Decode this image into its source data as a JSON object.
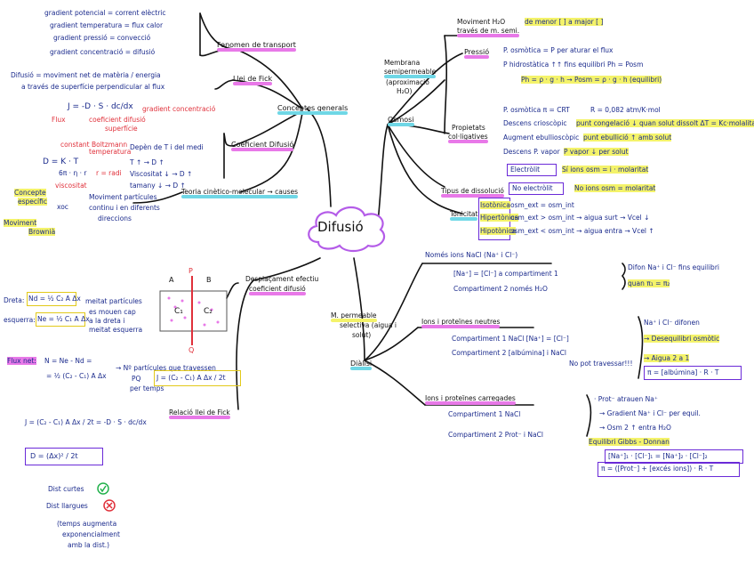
{
  "title": "Difusió",
  "topleft": {
    "eq1": "gradient potencial = corrent elèctric",
    "eq2": "gradient temperatura = flux calor",
    "eq3": "gradient pressió = convecció",
    "eq4": "gradient concentració = difusió",
    "node_fenomen": "Fenomen de transport",
    "def1": "Difusió = moviment net de matèria / energia",
    "def2": "a través de superfície perpendicular al flux",
    "node_fick": "Llei de Fick",
    "fick_eq": "J = -D · S · dc/dx",
    "fick_flux": "Flux",
    "fick_coef": "coeficient difusió",
    "fick_sup": "superfície",
    "fick_grad": "gradient concentració",
    "node_conceptes": "Conceptes generals",
    "d_eq": "D = K · T",
    "d_den": "6π · η · r",
    "d_boltz": "constant Boltzmann",
    "d_temp": "temperatura",
    "d_visc": "viscositat",
    "d_radi": "r = radi",
    "dep": "Depèn de T i del medi",
    "node_coef": "Coeficient Difusió",
    "t_up": "T ↑ → D ↑",
    "visc_down": "Viscositat ↓ → D ↑",
    "size_down": "tamany ↓ → D ↑",
    "node_teoria": "Teoria cinètico-molecular → causes",
    "mov1": "Moviment partícules",
    "mov2": "continu i en diferents",
    "mov3": "direccions",
    "concept": "Concepte",
    "specific": "específic",
    "xoc": "xoc",
    "brownia1": "Moviment",
    "brownia2": "Brownià"
  },
  "bottomleft": {
    "dreta_label": "Dreta:",
    "dreta_eq": "Nd = ½ C₂ A Δx",
    "esq_label": "esquerra:",
    "esq_eq": "Ne = ½ C₁ A Δx",
    "note1": "meitat partícules",
    "note2": "es mouen cap",
    "note3": "a la dreta i",
    "note4": "meitat esquerra",
    "diag_a": "A",
    "diag_p": "P",
    "diag_b": "B",
    "diag_c1": "C₁",
    "diag_c2": "C₂",
    "diag_q": "Q",
    "flux_label": "Flux net:",
    "flux_eq": "N = Ne - Nd =",
    "flux_eq2": "= ½ (C₂ - C₁) A Δx",
    "arrow_part": "→ Nº partícules que travessen",
    "pq": "PQ",
    "per_temps": "per temps",
    "j_eq": "J = (C₂ - C₁) A Δx / 2t",
    "node_desplac1": "Desplaçament efectiu",
    "node_desplac2": "coeficient difusió",
    "node_relacio": "Relació llei de Fick",
    "j2": "J = (C₂ - C₁) A Δx / 2t = -D · S · dc/dx",
    "d2": "D = (Δx)² / 2t",
    "dist_curtes": "Dist curtes",
    "dist_llargues": "Dist llargues",
    "temps1": "(temps augmenta",
    "temps2": "exponencialment",
    "temps3": "amb la dist.)"
  },
  "right": {
    "node_membrana1": "Membrana",
    "node_membrana2": "semipermeable",
    "node_membrana3": "(aproximació",
    "node_membrana4": "H₂O)",
    "node_osmosi": "Osmosi",
    "moviment1": "Moviment H₂O",
    "moviment2": "través de m. semi.",
    "moviment_arrow": "de menor [ ] a major [ ]",
    "node_pressio": "Pressió",
    "p_osm": "P. osmòtica = P per aturar el flux",
    "p_hidro": "P hidrostàtica ↑↑ fins equilibri Ph = Posm",
    "p_eq": "Ph = ρ · g · h → Posm = ρ · g · h (equilibri)",
    "node_propietats1": "Propietats",
    "node_propietats2": "col·ligatives",
    "prop1": "P. osmòtica  π = CRT",
    "prop1b": "R = 0,082 atm/K·mol",
    "prop2": "Descens crioscòpic",
    "prop2b": "punt congelació ↓ quan solut dissolt  ΔT = Kc·molalitat",
    "prop3": "Augment ebullioscòpic",
    "prop3b": "punt ebullició ↑ amb solut",
    "prop4": "Descens P. vapor",
    "prop4b": "P vapor ↓ per solut",
    "node_tipus": "Tipus de dissolució",
    "electrolit": "Electròlit",
    "electrolit_desc": "Sí ions  osm = i · molaritat",
    "no_electrolit": "No electròlit",
    "no_electrolit_desc": "No ions  osm = molaritat",
    "node_tonicitat": "Tonicitat",
    "isot": "Isotònica",
    "isot_desc": "osm_ext = osm_int",
    "hiper": "Hipertònica",
    "hiper_desc": "osm_ext > osm_int → aigua surt → Vcel ↓",
    "hipo": "Hipotònica",
    "hipo_desc": "osm_ext < osm_int → aigua entra → Vcel ↑",
    "node_dialisi": "Diàlisi",
    "node_memb_perm1": "M. permeable",
    "node_memb_perm2": "selectiva (aigua i",
    "node_memb_perm3": "solut)",
    "nomes": "Només ions NaCl (Na⁺ i Cl⁻)",
    "na_eq": "[Na⁺] = [Cl⁻] a compartiment 1",
    "comp2": "Compartiment 2 només H₂O",
    "difon": "Difon Na⁺ i Cl⁻ fins equilibri",
    "pi_eq": "quan  π₁ = π₂",
    "node_neutres": "Ions i proteïnes neutres",
    "comp1_neutres": "Compartiment 1  NaCl [Na⁺] = [Cl⁻]",
    "comp2_neutres": "Compartiment 2 [albúmina] i NaCl",
    "no_trav": "No pot travessar!!!",
    "na_dif": "Na⁺ i Cl⁻ difonen",
    "desequilibri": "→ Desequilibri osmòtic",
    "aigua": "→ Aigua 2 a 1",
    "pi_alb": "π = [albúmina] · R · T",
    "node_carregades": "Ions i proteïnes carregades",
    "comp1_carr": "Compartiment 1  NaCl",
    "comp2_carr": "Compartiment 2  Prot⁻ i NaCl",
    "prot": "· Prot⁻ atrauen Na⁺",
    "grad": "→ Gradient Na⁺ i Cl⁻ per equil.",
    "osm2": "→ Osm 2 ↑ entra H₂O",
    "gibbs": "Equilibri Gibbs - Donnan",
    "gibbs_eq": "[Na⁺]₁ · [Cl⁻]₁ = [Na⁺]₂ · [Cl⁻]₂",
    "pi_final": "π = ([Prot⁻] + [excés ions]) · R · T"
  }
}
